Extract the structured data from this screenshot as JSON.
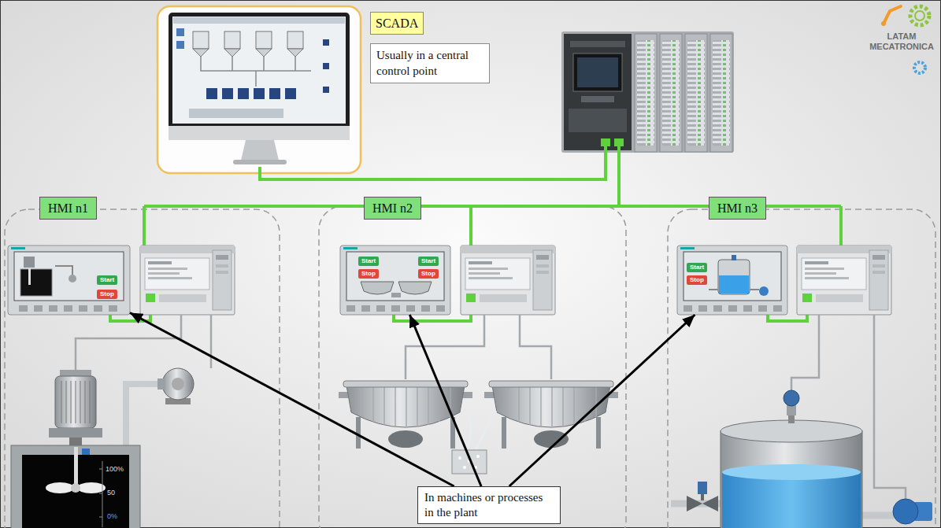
{
  "diagram": {
    "nodes": [
      {
        "text": [
          "SCADA"
        ]
      },
      {
        "text": [
          "Usually in a central control point"
        ]
      },
      {
        "text": [
          "HMI n1"
        ]
      },
      {
        "text": [
          "HMI n2"
        ]
      },
      {
        "text": [
          "HMI n3"
        ]
      },
      {
        "text": [
          "Start",
          "Stop"
        ]
      },
      {
        "text": [
          "Start",
          "Start",
          "Stop",
          "Stop"
        ]
      },
      {
        "text": [
          "Start",
          "Stop"
        ]
      },
      {
        "text": [
          "In machines or processes in the plant"
        ]
      }
    ],
    "edges": [
      {
        "from": 8,
        "to": 5,
        "arrow": "to"
      },
      {
        "from": 8,
        "to": 6,
        "arrow": "to"
      },
      {
        "from": 8,
        "to": 7,
        "arrow": "to"
      }
    ],
    "labels": [
      "100%",
      "50",
      "0%",
      "LATAM MECATRONICA"
    ]
  }
}
